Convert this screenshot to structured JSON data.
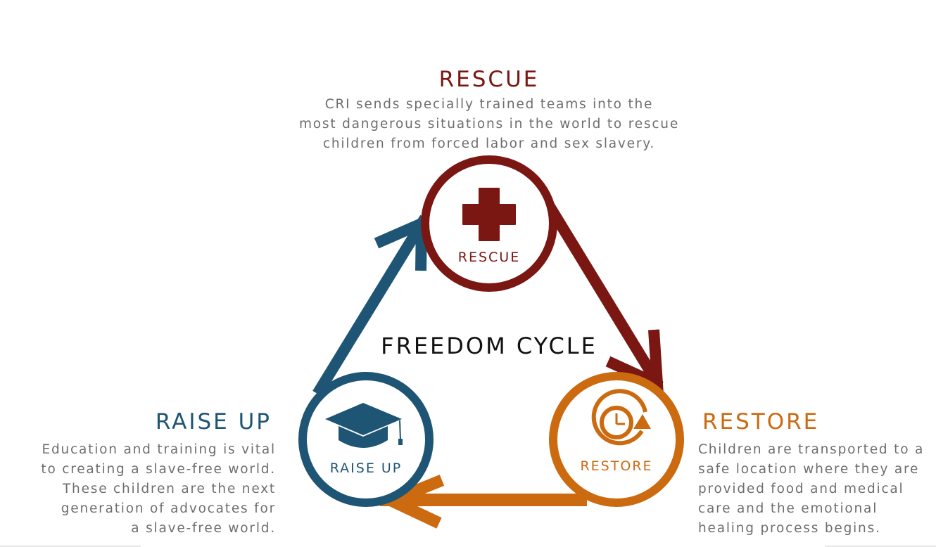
{
  "center_title": "FREEDOM CYCLE",
  "rescue": {
    "heading": "RESCUE",
    "icon_label": "RESCUE",
    "icon": "medical-cross-icon",
    "color": "#7a1712",
    "lines": [
      "CRI sends specially trained teams into the",
      "most dangerous situations in the world to rescue",
      "children from forced labor and sex slavery."
    ]
  },
  "restore": {
    "heading": "RESTORE",
    "icon_label": "RESTORE",
    "icon": "clock-refresh-icon",
    "color": "#cc6a10",
    "lines": [
      "Children are transported to a",
      "safe location where they are",
      "provided food and medical",
      "care and the emotional",
      "healing process begins."
    ]
  },
  "raise_up": {
    "heading": "RAISE UP",
    "icon_label": "RAISE UP",
    "icon": "graduation-cap-icon",
    "color": "#1f5574",
    "lines": [
      "Education and training is vital",
      "to creating a slave-free world.",
      "These children are the next",
      "generation of advocates for",
      "a slave-free world."
    ]
  }
}
